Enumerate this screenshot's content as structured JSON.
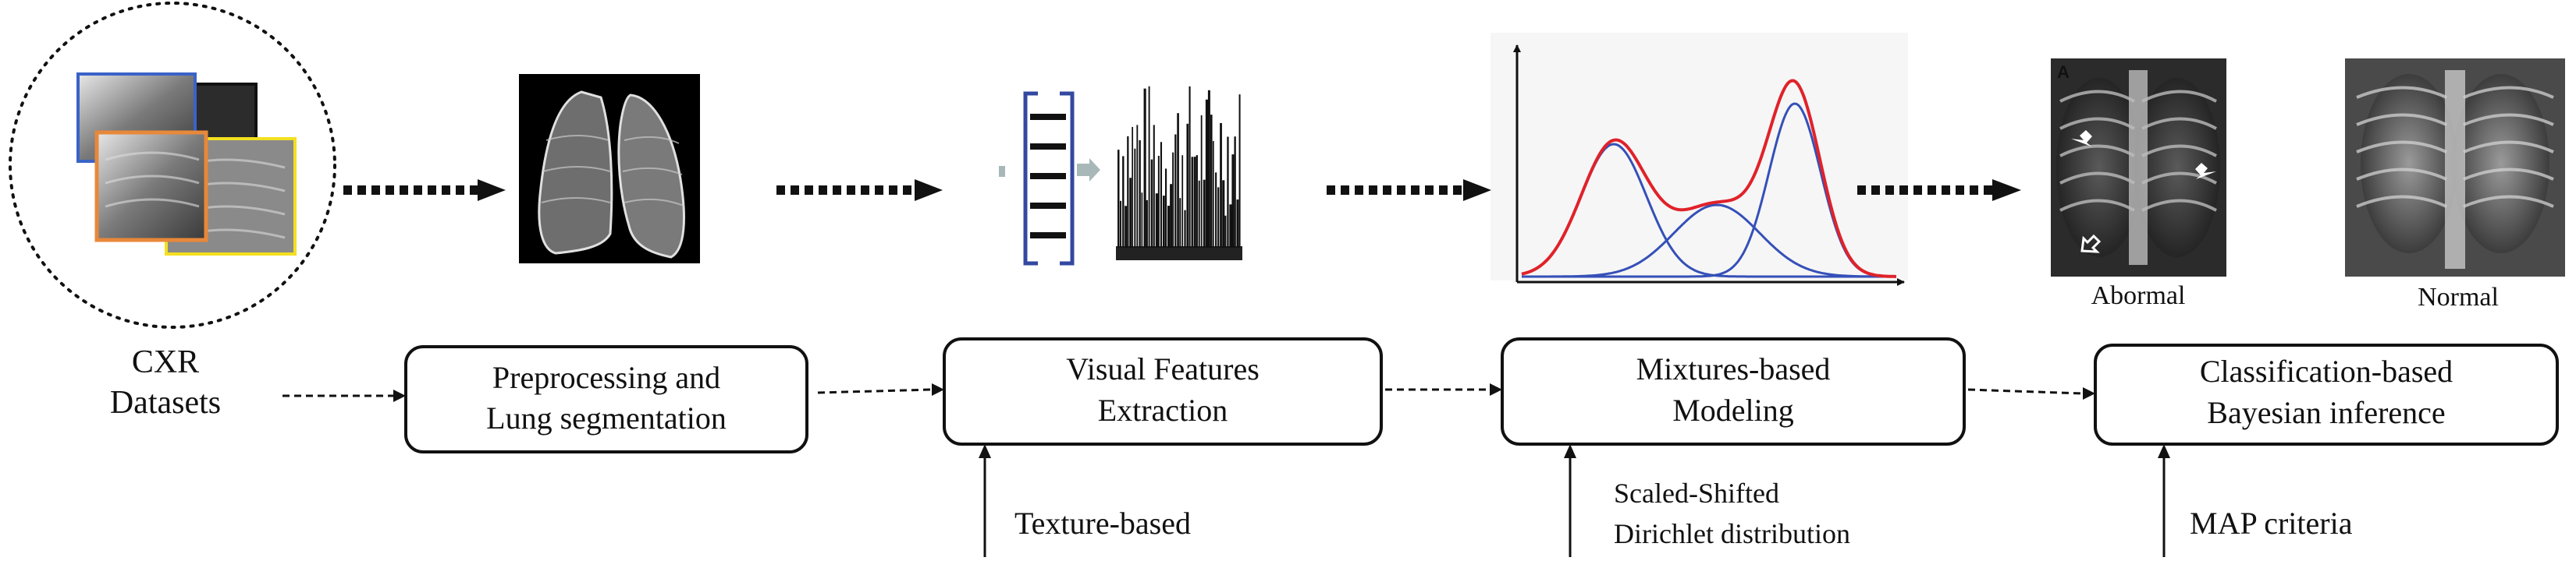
{
  "stages": [
    {
      "id": "datasets",
      "lines": [
        "CXR",
        "Datasets"
      ]
    },
    {
      "id": "preprocessing",
      "lines": [
        "Preprocessing and",
        "Lung segmentation"
      ]
    },
    {
      "id": "features",
      "lines": [
        "Visual Features",
        "Extraction"
      ]
    },
    {
      "id": "mixtures",
      "lines": [
        "Mixtures-based",
        "Modeling"
      ]
    },
    {
      "id": "classification",
      "lines": [
        "Classification-based",
        "Bayesian inference"
      ]
    }
  ],
  "inputs": [
    {
      "id": "texture",
      "lines": [
        "Texture-based"
      ]
    },
    {
      "id": "ssd",
      "lines": [
        "Scaled-Shifted",
        "Dirichlet distribution"
      ]
    },
    {
      "id": "map",
      "lines": [
        "MAP criteria"
      ]
    }
  ],
  "xray_labels": {
    "abnormal": "Abormal",
    "normal": "Normal"
  },
  "xray_badge": "A",
  "colors": {
    "frame_blue": "#3a63c8",
    "frame_orange": "#e8883a",
    "frame_yellow": "#f4e020",
    "curve_red": "#e0222a",
    "curve_blue": "#3550b8",
    "bracket_blue": "#3348a0"
  }
}
